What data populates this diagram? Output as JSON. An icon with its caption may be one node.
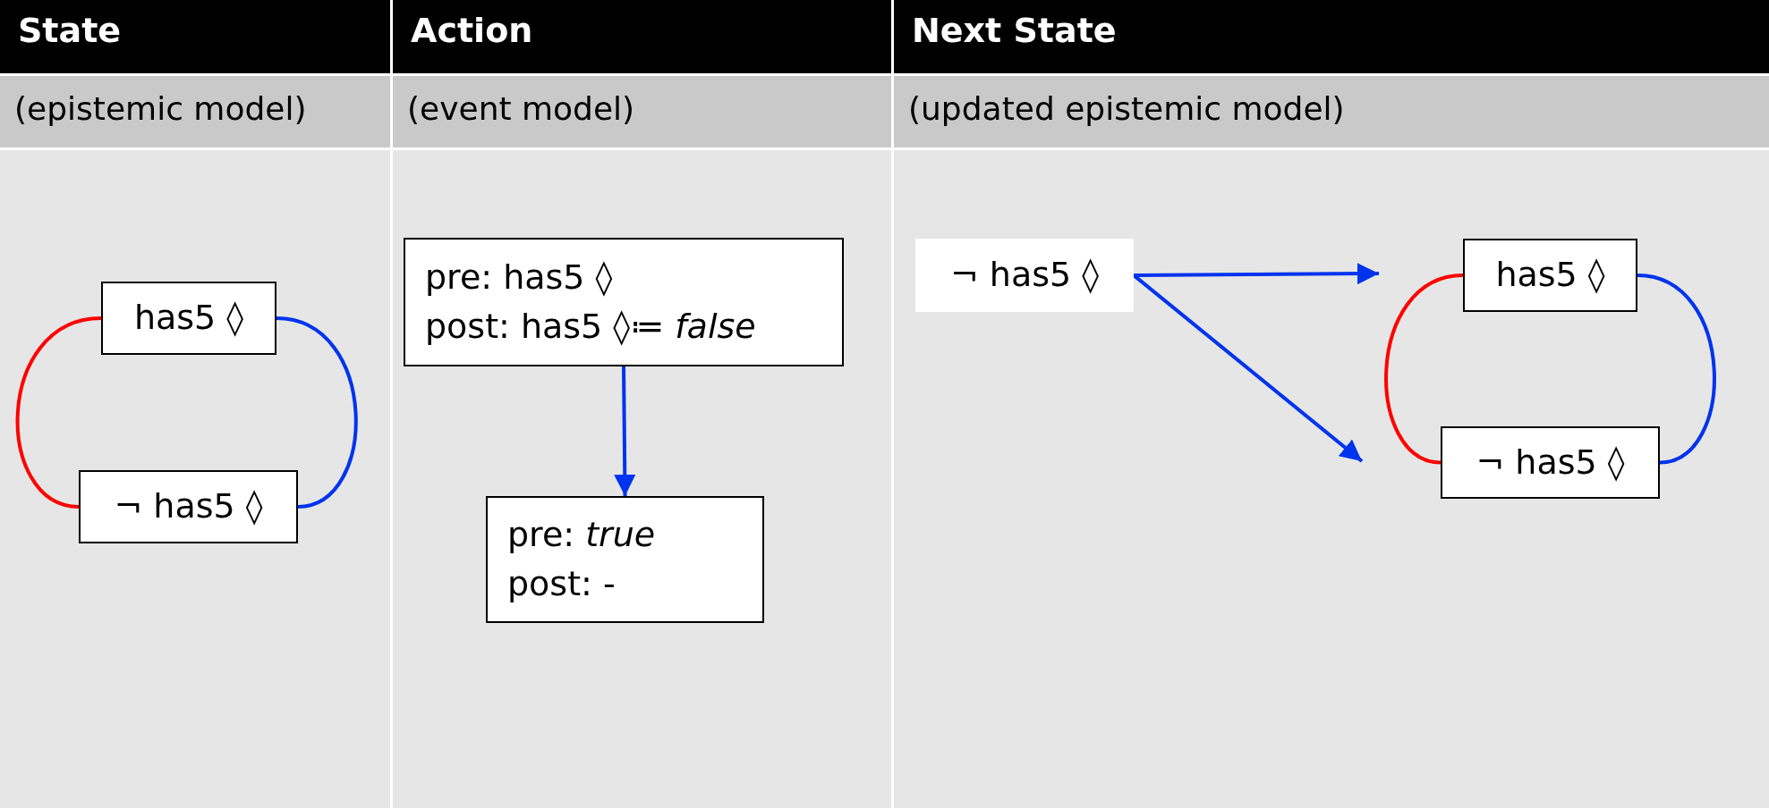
{
  "diagram": {
    "nodes": [
      {
        "text": [
          "has5 ◊"
        ]
      },
      {
        "text": [
          "¬ has5 ◊"
        ]
      },
      {
        "text": [
          "pre:  has5 ◊",
          "post: has5 ◊≔ *false*"
        ]
      },
      {
        "text": [
          "pre: *true*",
          "post:  -"
        ]
      },
      {
        "text": [
          "¬ has5 ◊"
        ]
      },
      {
        "text": [
          "has5 ◊"
        ]
      },
      {
        "text": [
          "¬ has5 ◊"
        ]
      }
    ],
    "edges": [
      {
        "from": 0,
        "to": 1,
        "arrow": "none",
        "color": "#ff0000"
      },
      {
        "from": 0,
        "to": 1,
        "arrow": "none"
      },
      {
        "from": 2,
        "to": 3,
        "arrow": "to"
      },
      {
        "from": 4,
        "to": null,
        "arrow": "to"
      },
      {
        "from": 4,
        "to": null,
        "arrow": "to"
      },
      {
        "from": 5,
        "to": 6,
        "arrow": "none",
        "color": "#ff0000"
      },
      {
        "from": 5,
        "to": 6,
        "arrow": "none"
      }
    ],
    "labels": [
      "State",
      "Action",
      "Next State",
      "(epistemic model)",
      "(event model)",
      "(updated epistemic model)"
    ]
  }
}
